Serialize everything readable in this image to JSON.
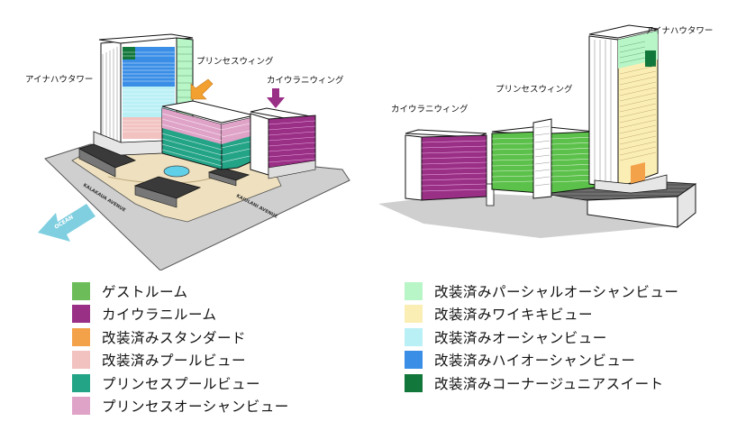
{
  "colors": {
    "guest": "#6cbd59",
    "kaiulani": "#9a2f86",
    "std": "#f4a24a",
    "poolview": "#f2c2c0",
    "prin_pool": "#23a487",
    "prin_ocean": "#dfa3c8",
    "partial": "#b8f5c7",
    "waikiki": "#fbeeb4",
    "oceanview": "#b9f0f6",
    "highocean": "#3a8ee6",
    "corner": "#11773a",
    "arrow": "#f2a02f"
  },
  "left_diagram": {
    "labels": {
      "ainahau": "アイナハウタワー",
      "princess": "プリンセスウィング",
      "kaiulani": "カイウラニウィング",
      "kalakaua": "KALAKAUA AVENUE",
      "kaiulani_ave": "KAIULANI AVENUE",
      "ocean": "OCEAN"
    }
  },
  "right_diagram": {
    "labels": {
      "ainahau": "アイナハウタワー",
      "princess": "プリンセスウィング",
      "kaiulani": "カイウラニウィング"
    }
  },
  "legend": {
    "left": [
      {
        "label": "ゲストルーム",
        "color": "#6cbd59"
      },
      {
        "label": "カイウラニルーム",
        "color": "#9a2f86"
      },
      {
        "label": "改装済みスタンダード",
        "color": "#f4a24a"
      },
      {
        "label": "改装済みプールビュー",
        "color": "#f2c2c0"
      },
      {
        "label": "プリンセスプールビュー",
        "color": "#23a487"
      },
      {
        "label": "プリンセスオーシャンビュー",
        "color": "#dfa3c8"
      }
    ],
    "right": [
      {
        "label": "改装済みパーシャルオーシャンビュー",
        "color": "#b8f5c7"
      },
      {
        "label": "改装済みワイキキビュー",
        "color": "#fbeeb4"
      },
      {
        "label": "改装済みオーシャンビュー",
        "color": "#b9f0f6"
      },
      {
        "label": "改装済みハイオーシャンビュー",
        "color": "#3a8ee6"
      },
      {
        "label": "改装済みコーナージュニアスイート",
        "color": "#11773a"
      }
    ]
  }
}
